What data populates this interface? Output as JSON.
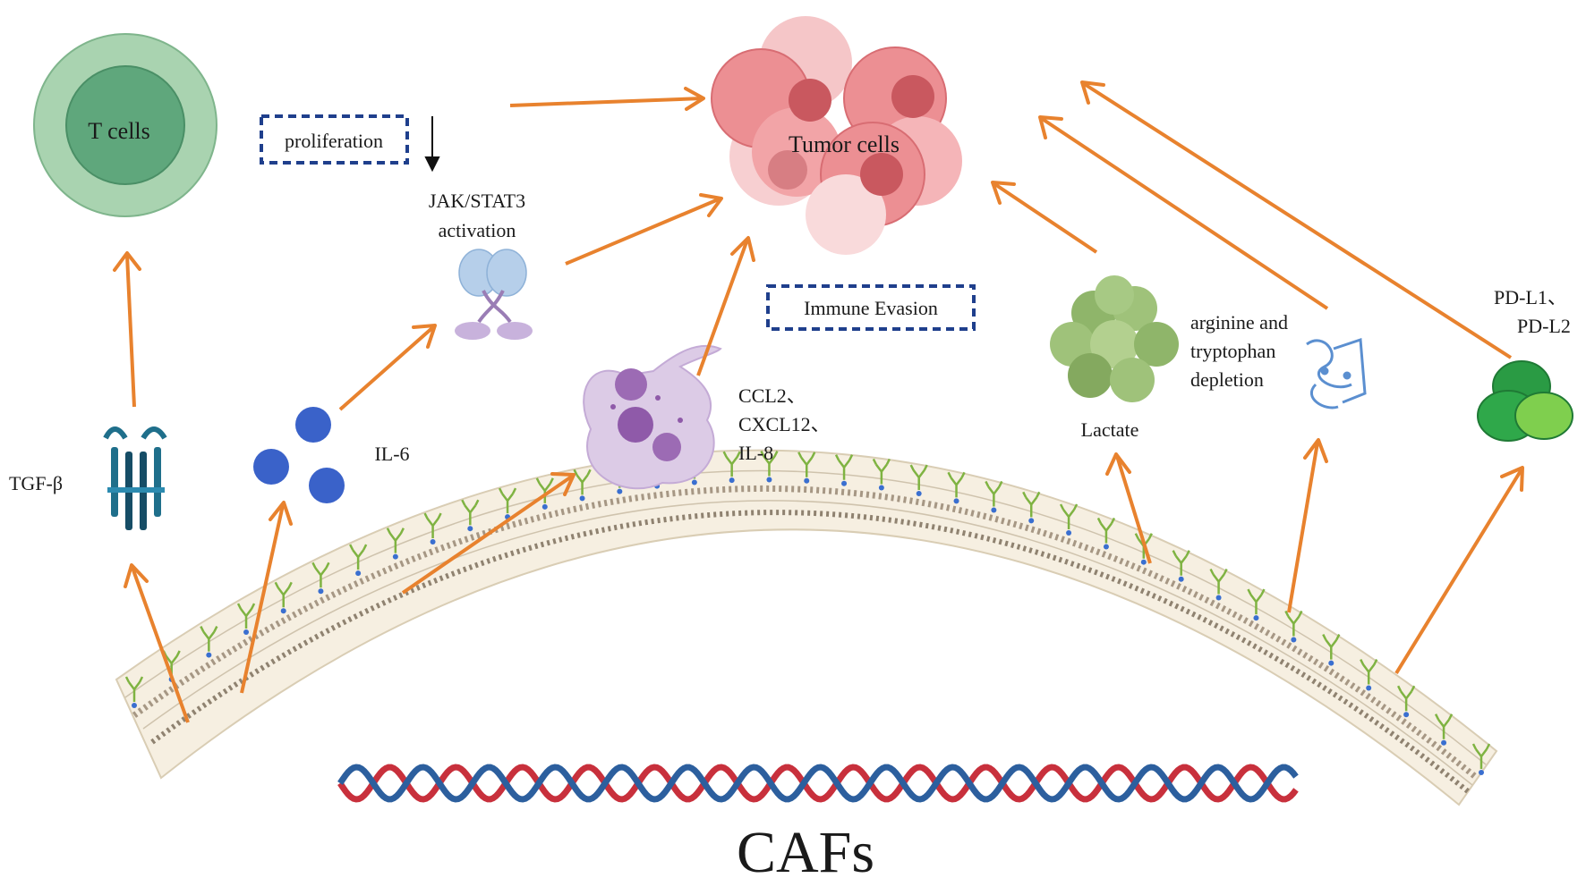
{
  "title": "CAFs",
  "nodes": {
    "t_cells": "T cells",
    "tumor_cells": "Tumor cells",
    "proliferation": "proliferation",
    "jak_stat3_line1": "JAK/STAT3",
    "jak_stat3_line2": "activation",
    "immune_evasion": "Immune Evasion",
    "tgf_beta": "TGF-β",
    "il6": "IL-6",
    "ccl2_line1": "CCL2、",
    "ccl2_line2": "CXCL12、",
    "ccl2_line3": "IL-8",
    "lactate": "Lactate",
    "arginine_line1": "arginine and",
    "arginine_line2": "tryptophan",
    "arginine_line3": "depletion",
    "pdl_line1": "PD-L1、",
    "pdl_line2": "PD-L2"
  },
  "colors": {
    "arrow": "#e8822e",
    "dash_box": "#1f3f8c",
    "t_cell_outer": "#a9d3b0",
    "t_cell_inner": "#5fa77c",
    "tumor": "#ec8f93",
    "il6": "#3a62c9",
    "green_cell": "#2fa84a",
    "lactate": "#9fc27a",
    "dna_red": "#c8303c",
    "dna_blue": "#2c5f9e"
  },
  "icons": [
    "t-cell-icon",
    "tumor-cells-icon",
    "tgf-beta-receptor-icon",
    "il6-molecules-icon",
    "jak-stat3-receptor-icon",
    "macrophage-icon",
    "lactate-icon",
    "protein-icon",
    "pd-l-cells-icon",
    "cell-membrane-icon",
    "dna-helix-icon"
  ]
}
